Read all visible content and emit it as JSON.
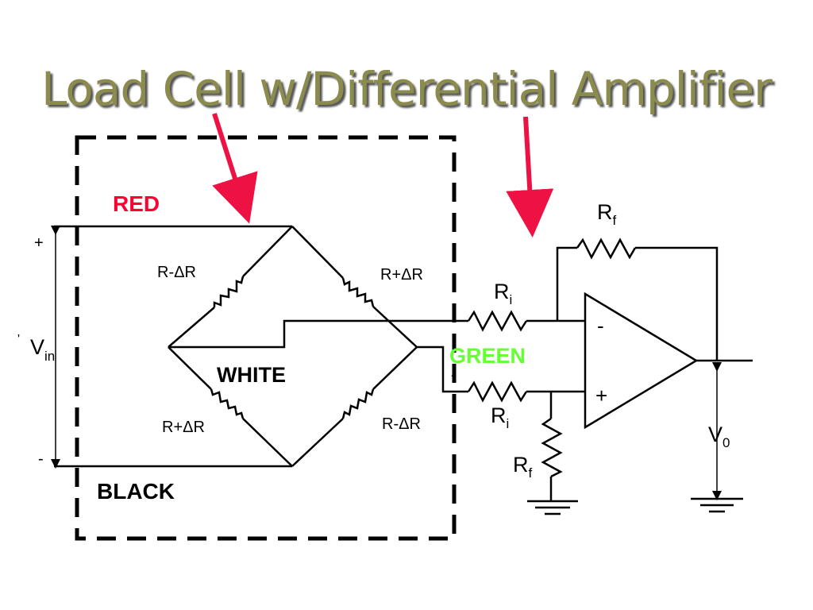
{
  "title": "Load Cell w/Differential Amplifier",
  "colors": {
    "title": "#8b8b4e",
    "red_wire_label": "#ff0033",
    "green_wire_label": "#66ff33",
    "arrows": "#ee1144",
    "lines": "#000000"
  },
  "wire_labels": {
    "red": "RED",
    "white": "WHITE",
    "black": "BLACK",
    "green": "GREEN"
  },
  "bridge": {
    "top_left": "R-ΔR",
    "top_right": "R+ΔR",
    "bottom_left": "R+ΔR",
    "bottom_right": "R-ΔR"
  },
  "supply": {
    "label_main": "V",
    "label_sub": "in",
    "plus": "+",
    "minus": "-",
    "tick": "'"
  },
  "amplifier": {
    "ri_main": "R",
    "ri_sub": "i",
    "rf_main": "R",
    "rf_sub": "f",
    "inverting": "-",
    "non_inverting": "+",
    "green_minus": "-",
    "out_main": "V",
    "out_sub": "0"
  }
}
